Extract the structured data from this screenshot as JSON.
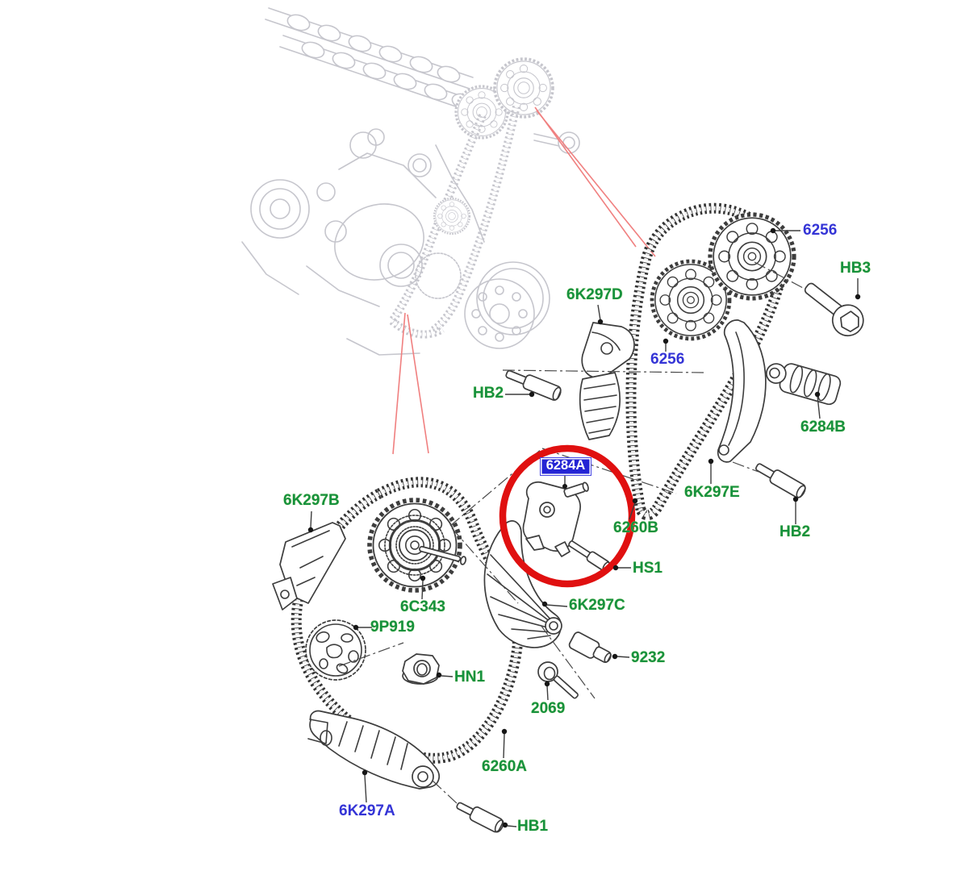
{
  "diagram": {
    "type": "parts-exploded-diagram",
    "description": "Engine front timing chain exploded-parts illustration with reference engine view",
    "selected_part": "6284A",
    "colors": {
      "green_label": "#16913e",
      "blue_label": "#3434d6",
      "highlight_bg": "#2424d4",
      "highlight_text": "#ffffff",
      "highlight_ring": "#e01010",
      "pointer_line": "#f08080",
      "dark_art": "#3d3d3d",
      "light_art": "#c6c6cd"
    },
    "labels": [
      {
        "text": "6256",
        "style": "blue"
      },
      {
        "text": "HB3",
        "style": "green"
      },
      {
        "text": "6K297D",
        "style": "green"
      },
      {
        "text": "6256",
        "style": "blue"
      },
      {
        "text": "HB2",
        "style": "green"
      },
      {
        "text": "6284B",
        "style": "green"
      },
      {
        "text": "6K297E",
        "style": "green"
      },
      {
        "text": "HB2",
        "style": "green"
      },
      {
        "text": "6284A",
        "style": "selected"
      },
      {
        "text": "6260B",
        "style": "green"
      },
      {
        "text": "HS1",
        "style": "green"
      },
      {
        "text": "6K297C",
        "style": "green"
      },
      {
        "text": "6K297B",
        "style": "green"
      },
      {
        "text": "6C343",
        "style": "green"
      },
      {
        "text": "9P919",
        "style": "green"
      },
      {
        "text": "HN1",
        "style": "green"
      },
      {
        "text": "9232",
        "style": "green"
      },
      {
        "text": "2069",
        "style": "green"
      },
      {
        "text": "6260A",
        "style": "green"
      },
      {
        "text": "6K297A",
        "style": "blue"
      },
      {
        "text": "HB1",
        "style": "green"
      }
    ]
  }
}
